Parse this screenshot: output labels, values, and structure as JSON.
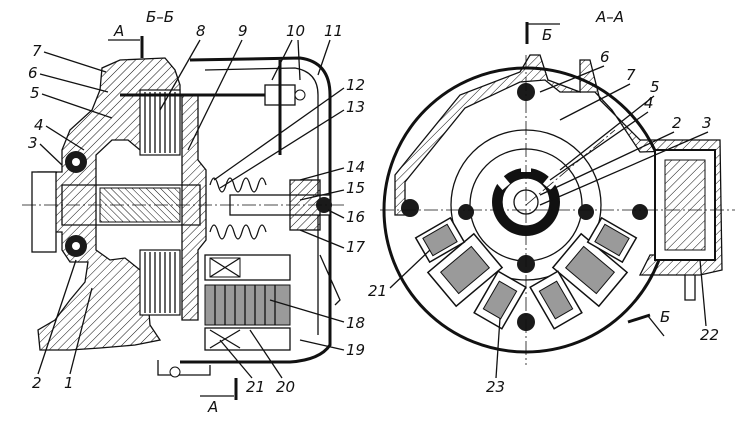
{
  "sections": {
    "left_title": "Б–Б",
    "right_title": "А–А",
    "left_cut_top": "А",
    "left_cut_bottom": "А",
    "right_cut_top": "Б",
    "right_cut_bottom": "Б"
  },
  "left_labels": [
    "1",
    "2",
    "3",
    "4",
    "5",
    "6",
    "7",
    "8",
    "9",
    "10",
    "11",
    "12",
    "13",
    "14",
    "15",
    "16",
    "17",
    "18",
    "19",
    "20",
    "21"
  ],
  "right_labels": [
    "2",
    "3",
    "4",
    "5",
    "6",
    "7",
    "21",
    "22",
    "23"
  ],
  "colors": {
    "ink": "#111111",
    "paper": "#ffffff"
  }
}
